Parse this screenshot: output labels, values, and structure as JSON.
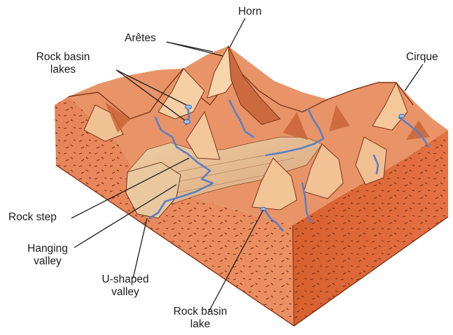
{
  "diagram": {
    "labels": {
      "horn": "Horn",
      "aretes": "Arêtes",
      "rock_basin_lakes_line1": "Rock basin",
      "rock_basin_lakes_line2": "lakes",
      "cirque": "Cirque",
      "rock_step": "Rock step",
      "hanging_valley_line1": "Hanging",
      "hanging_valley_line2": "valley",
      "u_shaped_valley_line1": "U-shaped",
      "u_shaped_valley_line2": "valley",
      "rock_basin_lake_line1": "Rock basin",
      "rock_basin_lake_line2": "lake"
    },
    "colors": {
      "block_top_face": "#e8835a",
      "block_side_face": "#e36a3d",
      "mountain_light": "#f6c89a",
      "mountain_mid": "#e79062",
      "mountain_dark": "#b8512c",
      "valley_floor": "#ecc49a",
      "river": "#5b7fc4",
      "leader_line": "#1a1a1a"
    }
  }
}
